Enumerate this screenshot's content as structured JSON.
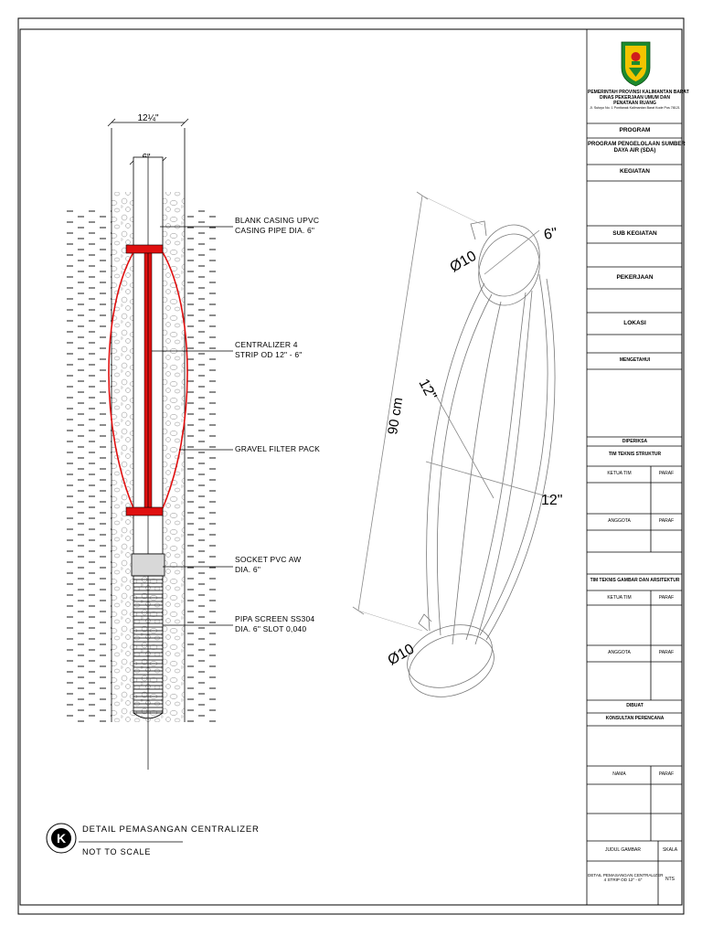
{
  "drawing": {
    "dims": {
      "outer": "12¼\"",
      "inner": "6\""
    },
    "callouts": [
      {
        "l1": "BLANK CASING UPVC",
        "l2": "CASING PIPE DIA. 6\""
      },
      {
        "l1": "CENTRALIZER 4",
        "l2": "STRIP OD 12\" - 6\""
      },
      {
        "l1": "GRAVEL FILTER PACK",
        "l2": ""
      },
      {
        "l1": "SOCKET PVC AW",
        "l2": "DIA. 6\""
      },
      {
        "l1": "PIPA SCREEN SS304",
        "l2": "DIA. 6\" SLOT 0,040"
      }
    ],
    "iso": {
      "len": "90 cm",
      "top_d": "Ø10",
      "top_r": "6\"",
      "mid_a": "12\"",
      "mid_b": "12\"",
      "bot_d": "Ø10"
    },
    "caption": {
      "symbol": "K",
      "title": "DETAIL PEMASANGAN CENTRALIZER",
      "sub": "NOT TO SCALE"
    }
  },
  "colors": {
    "red": "#e01010",
    "line": "#000000"
  },
  "title_block": {
    "org1": "PEMERINTAH PROVINSI KALIMANTAN BARAT",
    "org2": "DINAS PEKERJAAN UMUM DAN",
    "org3": "PENATAAN RUANG",
    "org4": "Jl. Sutoyo No. 1 Pontianak Kalimantan Barat Kode Pos 78121",
    "program_h": "PROGRAM",
    "program_v1": "PROGRAM PENGELOLAAN SUMBER",
    "program_v2": "DAYA AIR (SDA)",
    "kegiatan_h": "KEGIATAN",
    "sub_kegiatan_h": "SUB KEGIATAN",
    "pekerjaan_h": "PEKERJAAN",
    "lokasi_h": "LOKASI",
    "mengetahui_h": "MENGETAHUI",
    "diperiksa_h": "DIPERIKSA",
    "tim_struktur": "TIM TEKNIS STRUKTUR",
    "ketua1": "KETUA TIM",
    "paraf1": "PARAF",
    "anggota1": "ANGGOTA",
    "paraf2": "PARAF",
    "tim_gambar": "TIM TEKNIS GAMBAR DAN ARSITEKTUR",
    "ketua2": "KETUA TIM",
    "paraf3": "PARAF",
    "anggota2": "ANGGOTA",
    "paraf4": "PARAF",
    "dibuat_h": "DIBUAT",
    "konsultan": "KONSULTAN PERENCANA",
    "nama": "NAMA",
    "paraf5": "PARAF",
    "judul_h": "JUDUL GAMBAR",
    "skala_h": "SKALA",
    "judul_v1": "DETAIL PEMASANGAN CENTRALIZER",
    "judul_v2": "4 STRIP OD 12\" - 6\"",
    "skala_v": "NTS"
  }
}
